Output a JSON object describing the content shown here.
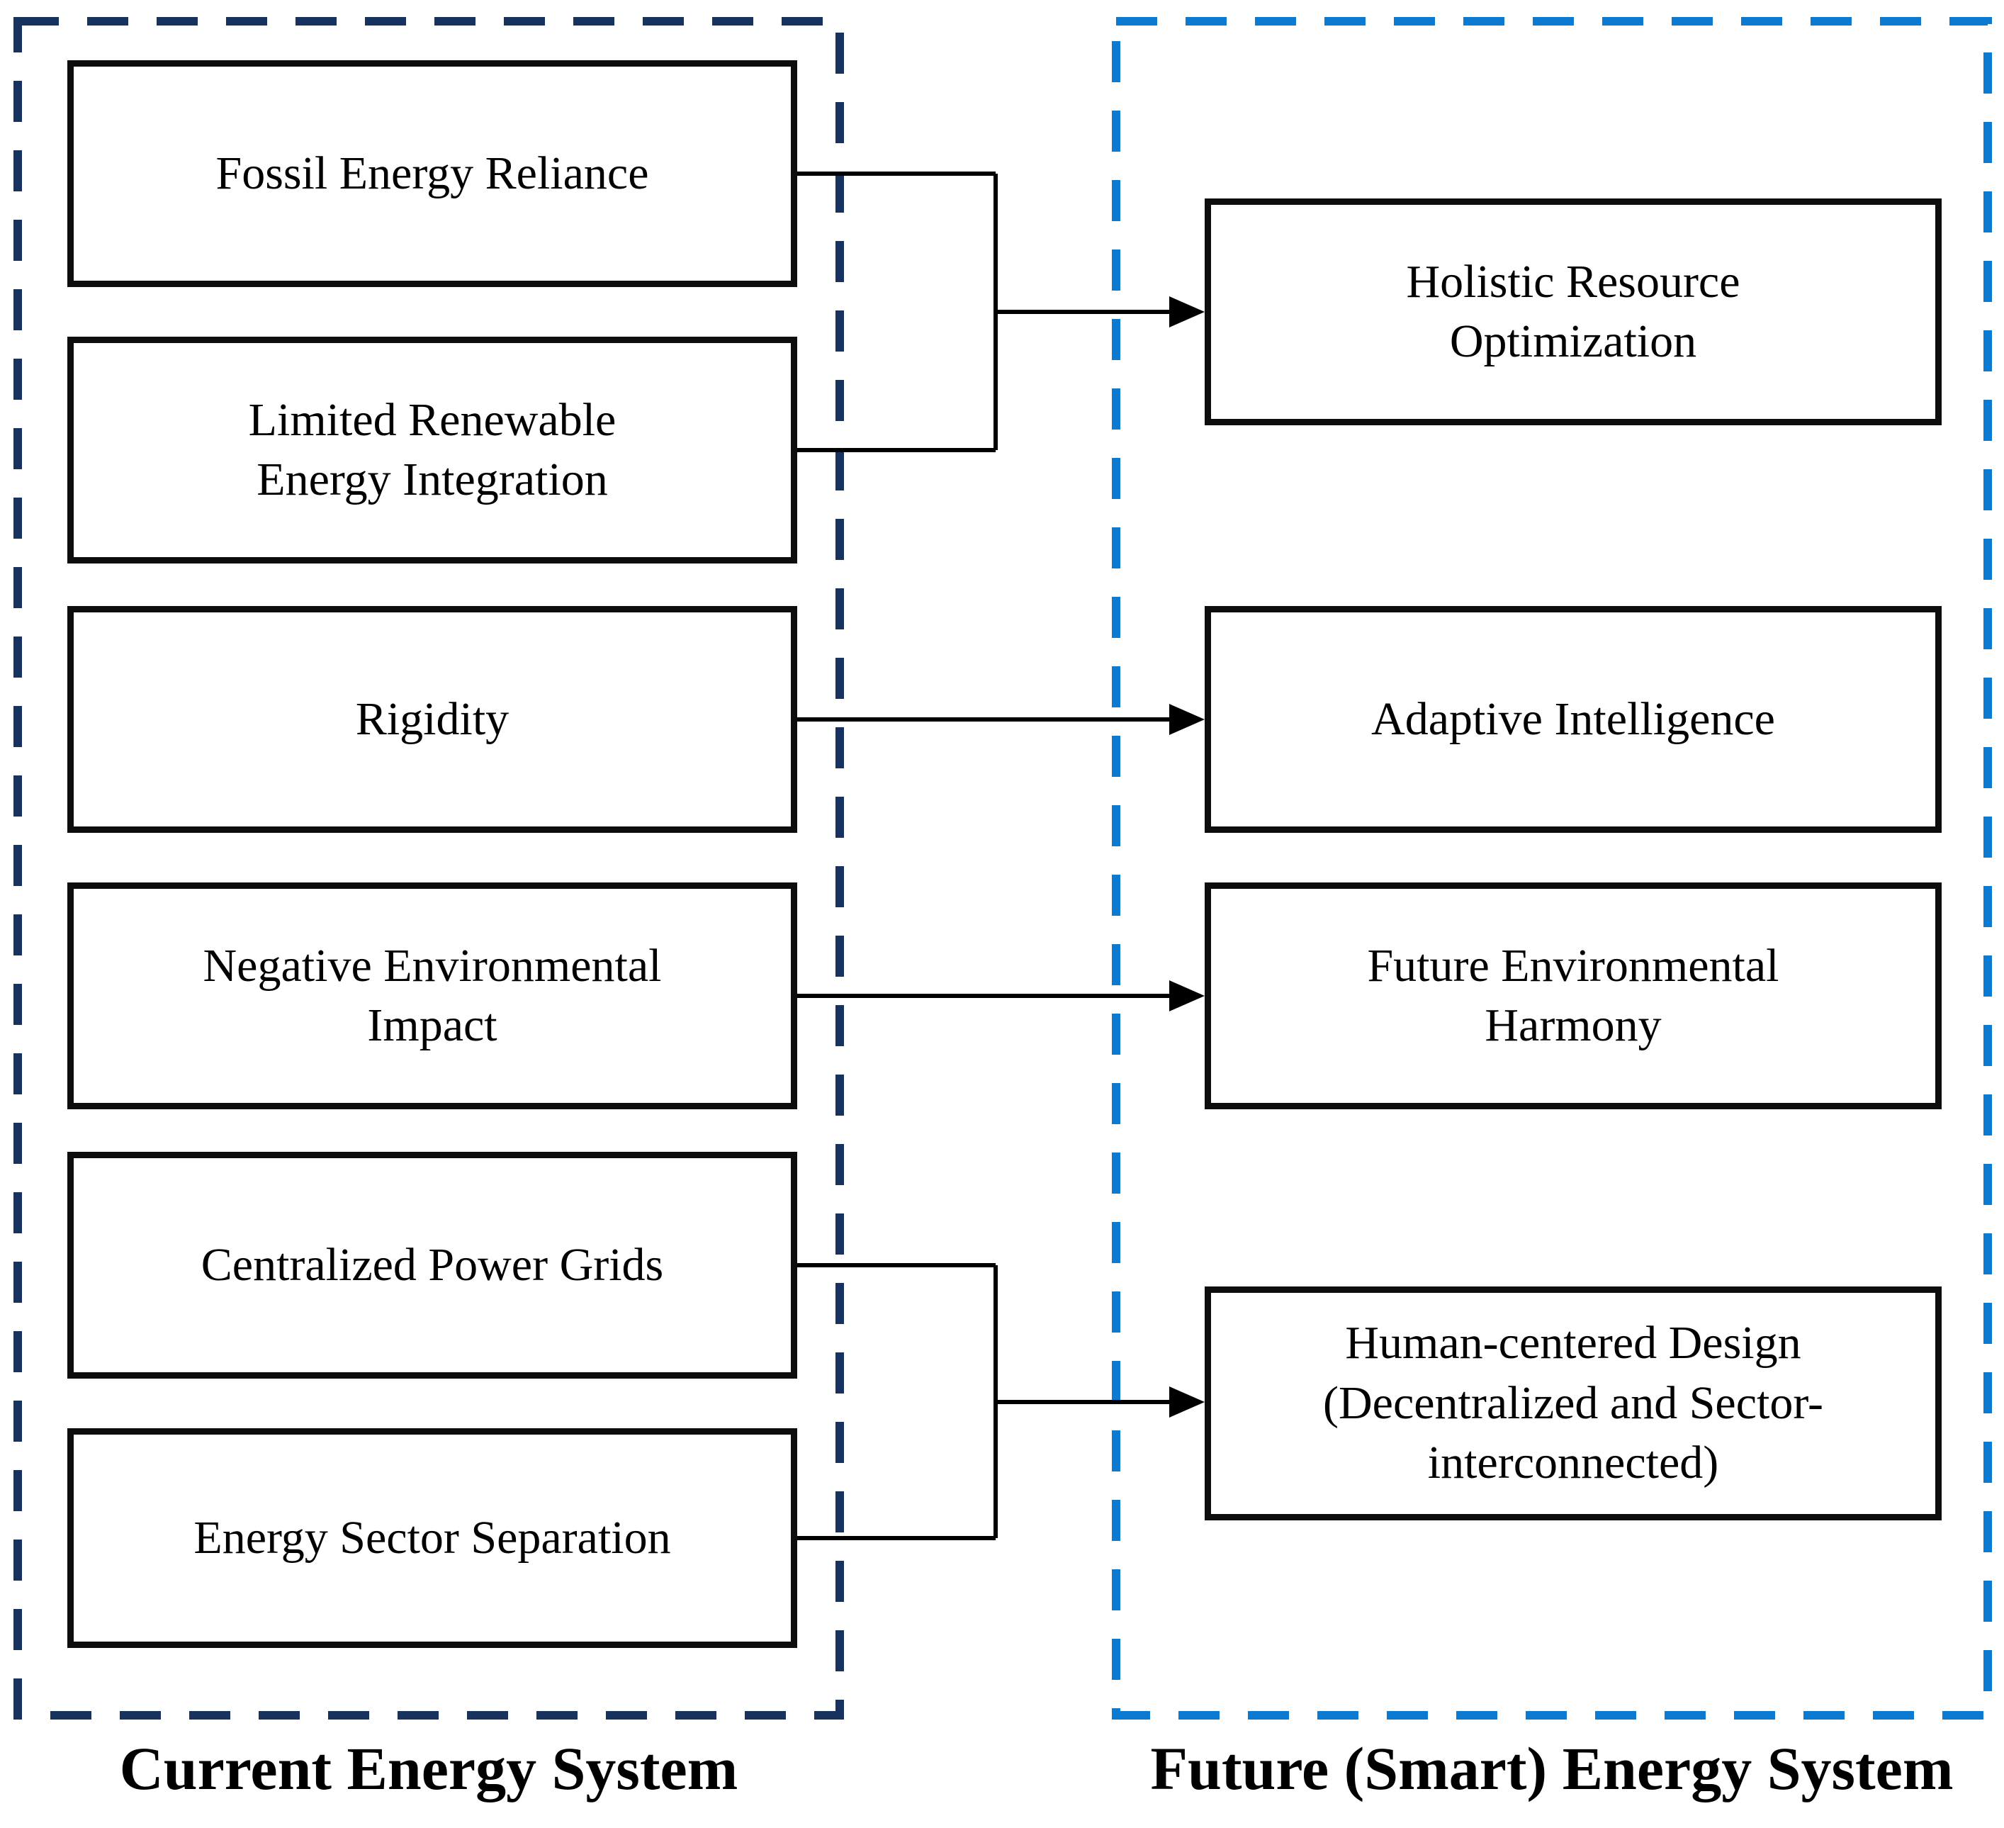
{
  "diagram": {
    "left_group": {
      "label": "Current Energy System",
      "items": [
        "Fossil Energy Reliance",
        "Limited Renewable Energy Integration",
        "Rigidity",
        "Negative Environmental Impact",
        "Centralized Power Grids",
        "Energy Sector Separation"
      ]
    },
    "right_group": {
      "label": "Future (Smart) Energy System",
      "items": [
        "Holistic Resource Optimization",
        "Adaptive Intelligence",
        "Future Environmental Harmony",
        "Human-centered Design (Decentralized and Sector-interconnected)"
      ]
    },
    "connections": [
      {
        "from": [
          "Fossil Energy Reliance",
          "Limited Renewable Energy Integration"
        ],
        "to": "Holistic Resource Optimization"
      },
      {
        "from": [
          "Rigidity"
        ],
        "to": "Adaptive Intelligence"
      },
      {
        "from": [
          "Negative Environmental Impact"
        ],
        "to": "Future Environmental Harmony"
      },
      {
        "from": [
          "Centralized Power Grids",
          "Energy Sector Separation"
        ],
        "to": "Human-centered Design (Decentralized and Sector-interconnected)"
      }
    ],
    "colors": {
      "left_border": "#17325f",
      "right_border": "#0d7ad1",
      "box_border": "#0d0d0d",
      "arrow": "#000000",
      "text": "#000000",
      "background": "#ffffff"
    }
  }
}
